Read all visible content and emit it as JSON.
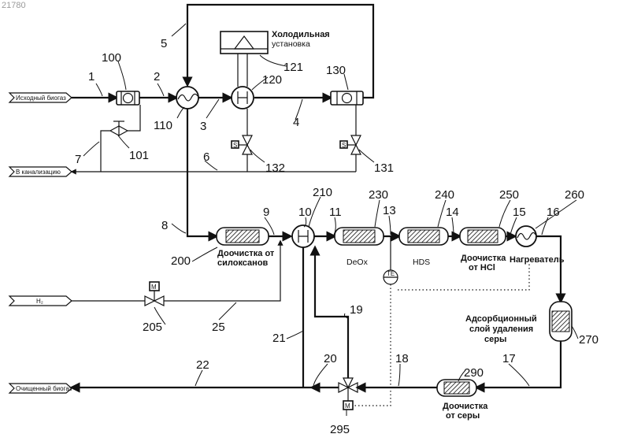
{
  "sheet_id": "21780",
  "labels": {
    "raw_biogas": "Исходный биогаз",
    "to_sewer": "В канализацию",
    "h2": "H₂",
    "clean_biogas": "Очищенный биогаз",
    "chiller_line1": "Холодильная",
    "chiller_line2": "установка",
    "siloxane_line1": "Доочистка от",
    "siloxane_line2": "силоксанов",
    "deox": "DeOx",
    "hds": "HDS",
    "hcl_line1": "Доочистка",
    "hcl_line2": "от HCl",
    "heater": "Нагреватель",
    "adsorb_line1": "Адсорбционный",
    "adsorb_line2": "слой удаления",
    "adsorb_line3": "серы",
    "sulfur_line1": "Доочистка",
    "sulfur_line2": "от серы",
    "te": "TE",
    "m": "M",
    "s": "S"
  },
  "numbers": {
    "n1": "1",
    "n2": "2",
    "n3": "3",
    "n4": "4",
    "n5": "5",
    "n6": "6",
    "n7": "7",
    "n8": "8",
    "n9": "9",
    "n10": "10",
    "n11": "11",
    "n13": "13",
    "n14": "14",
    "n15": "15",
    "n16": "16",
    "n17": "17",
    "n18": "18",
    "n19": "19",
    "n20": "20",
    "n21": "21",
    "n22": "22",
    "n25": "25",
    "n100": "100",
    "n101": "101",
    "n110": "110",
    "n120": "120",
    "n121": "121",
    "n130": "130",
    "n131": "131",
    "n132": "132",
    "n200": "200",
    "n205": "205",
    "n210": "210",
    "n230": "230",
    "n240": "240",
    "n250": "250",
    "n260": "260",
    "n270": "270",
    "n290": "290",
    "n295": "295"
  }
}
